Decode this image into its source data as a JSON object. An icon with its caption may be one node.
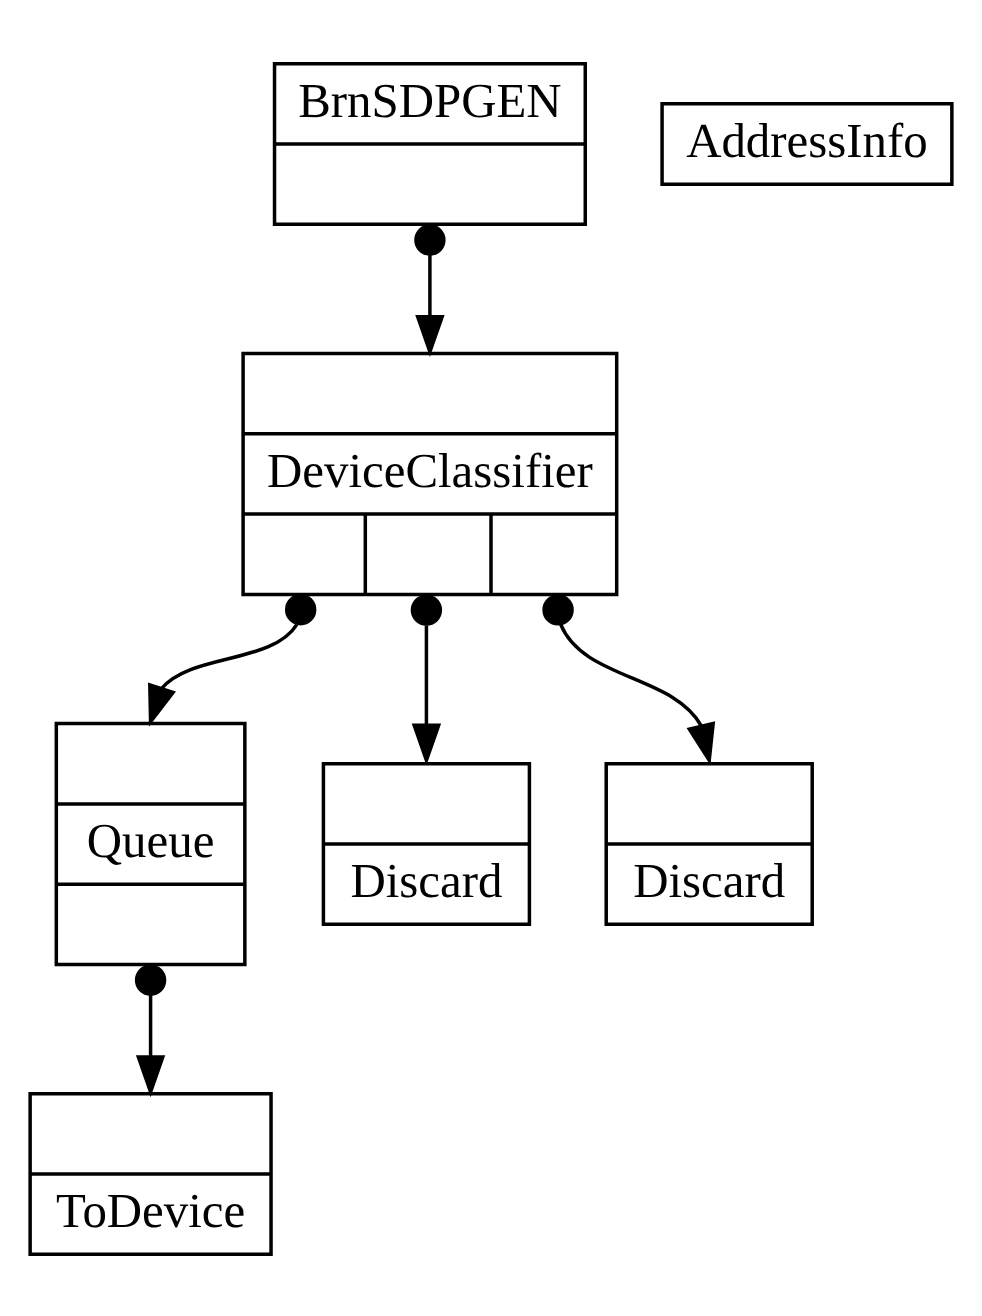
{
  "diagram": {
    "nodes": [
      {
        "text": [
          "BrnSDPGEN"
        ]
      },
      {
        "text": [
          "AddressInfo"
        ]
      },
      {
        "text": [
          "DeviceClassifier"
        ]
      },
      {
        "text": [
          "Queue"
        ]
      },
      {
        "text": [
          "Discard"
        ]
      },
      {
        "text": [
          "Discard"
        ]
      },
      {
        "text": [
          "ToDevice"
        ]
      }
    ],
    "edges": [
      {
        "from": 0,
        "to": 2,
        "arrow": "to"
      },
      {
        "from": 2,
        "to": 3,
        "arrow": "to"
      },
      {
        "from": 2,
        "to": 4,
        "arrow": "to"
      },
      {
        "from": 2,
        "to": 5,
        "arrow": "to"
      },
      {
        "from": 3,
        "to": 6,
        "arrow": "to"
      }
    ]
  }
}
